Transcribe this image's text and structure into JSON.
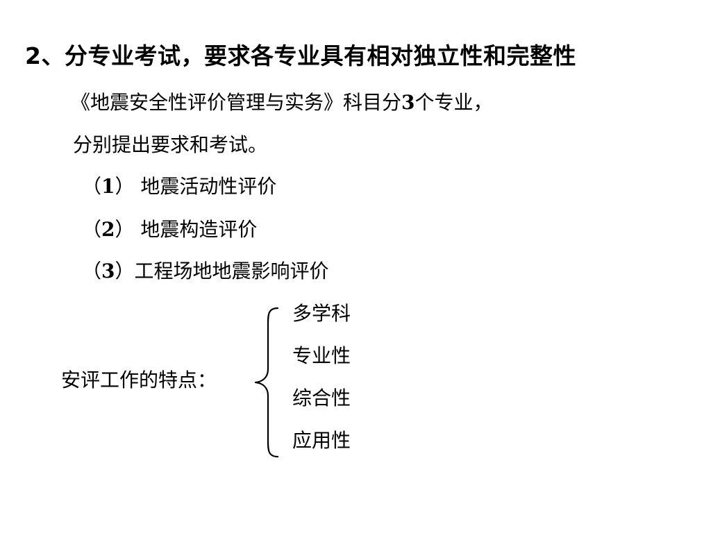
{
  "heading": "2、分专业考试，要求各专业具有相对独立性和完整性",
  "intro": {
    "line1_pre": "《地震安全性评价管理与实务》科目分",
    "line1_num": "3",
    "line1_post": "个专业，",
    "line2": "分别提出要求和考试。"
  },
  "majors": [
    {
      "open": "（",
      "num": "1",
      "close": "）",
      "text": " 地震活动性评价"
    },
    {
      "open": "（",
      "num": "2",
      "close": "）",
      "text": " 地震构造评价"
    },
    {
      "open": "（",
      "num": "3",
      "close": "）",
      "text": "工程场地地震影响评价"
    }
  ],
  "features": {
    "label": "安评工作的特点：",
    "items": [
      "多学科",
      "专业性",
      "综合性",
      "应用性"
    ]
  }
}
